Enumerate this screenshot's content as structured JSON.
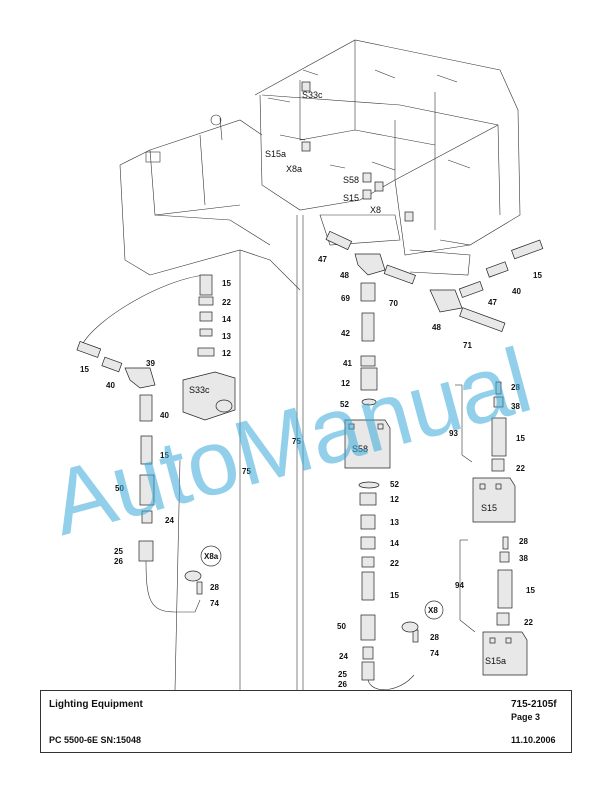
{
  "watermark": "AutoManual",
  "title_block": {
    "title": "Lighting Equipment",
    "doc_number": "715-2105f",
    "page": "Page 3",
    "machine": "PC 5500-6E SN:15048",
    "date": "11.10.2006"
  },
  "switch_labels": {
    "s33c_top": "S33c",
    "s15a_top": "S15a",
    "x8a_top": "X8a",
    "s58_top": "S58",
    "s15_top": "S15",
    "x8_top": "X8",
    "s33c": "S33c",
    "s58": "S58",
    "s15": "S15",
    "s15a": "S15a",
    "x8a": "X8a",
    "x8": "X8"
  },
  "callouts": {
    "c15_a": "15",
    "c22_a": "22",
    "c14_a": "14",
    "c13_a": "13",
    "c12_a": "12",
    "c39": "39",
    "c15_b": "15",
    "c40_a": "40",
    "c40_b": "40",
    "c15_c": "15",
    "c50_a": "50",
    "c24_a": "24",
    "c25_a": "25",
    "c26_a": "26",
    "c28_a": "28",
    "c74_a": "74",
    "c75_a": "75",
    "c75_b": "75",
    "c47_a": "47",
    "c48_a": "48",
    "c69": "69",
    "c70": "70",
    "c42": "42",
    "c41": "41",
    "c12_b": "12",
    "c52_a": "52",
    "c47_b": "47",
    "c40_c": "40",
    "c15_d": "15",
    "c48_b": "48",
    "c71": "71",
    "c52_b": "52",
    "c12_c": "12",
    "c13_b": "13",
    "c14_b": "14",
    "c22_b": "22",
    "c15_e": "15",
    "c50_b": "50",
    "c24_b": "24",
    "c25_b": "25",
    "c26_b": "26",
    "c28_b": "28",
    "c74_b": "74",
    "c28_c": "28",
    "c38_a": "38",
    "c93": "93",
    "c15_f": "15",
    "c22_c": "22",
    "c28_d": "28",
    "c38_b": "38",
    "c94": "94",
    "c15_g": "15",
    "c22_d": "22"
  }
}
